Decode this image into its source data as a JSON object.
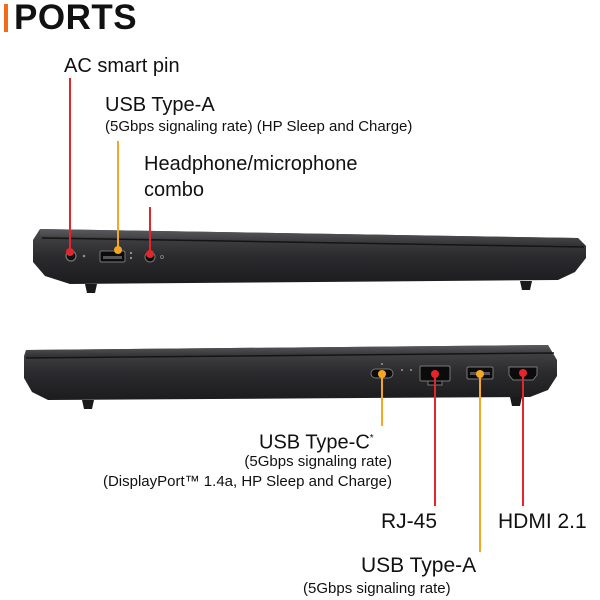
{
  "header": {
    "title": "PORTS"
  },
  "left_side": {
    "ac_pin": {
      "label": "AC smart pin"
    },
    "usb_a": {
      "label": "USB Type-A",
      "detail": "(5Gbps signaling rate) (HP Sleep and Charge)"
    },
    "audio": {
      "label_line1": "Headphone/microphone",
      "label_line2": "combo"
    }
  },
  "right_side": {
    "usb_c": {
      "label": "USB Type-C",
      "sup": "*",
      "detail1": "(5Gbps signaling rate)",
      "detail2": "(DisplayPort™ 1.4a, HP Sleep and Charge)"
    },
    "rj45": {
      "label": "RJ-45"
    },
    "hdmi": {
      "label": "HDMI 2.1"
    },
    "usb_a": {
      "label": "USB Type-A",
      "detail": "(5Gbps signaling rate)"
    }
  },
  "colors": {
    "accent_orange": "#f5a623",
    "accent_red": "#e3262c",
    "title_bar": "#f26a1b",
    "chassis": "#2a2a2c"
  }
}
